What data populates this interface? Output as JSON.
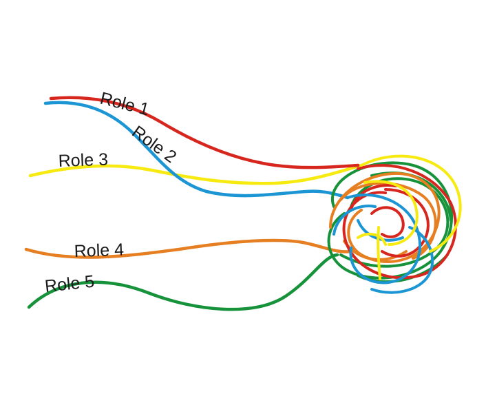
{
  "roles": [
    {
      "label": "Role 1",
      "color": "#d7261e"
    },
    {
      "label": "Role 2",
      "color": "#1b95d3"
    },
    {
      "label": "Role 3",
      "color": "#f7ea10"
    },
    {
      "label": "Role 4",
      "color": "#e67e22"
    },
    {
      "label": "Role 5",
      "color": "#16923a"
    }
  ]
}
